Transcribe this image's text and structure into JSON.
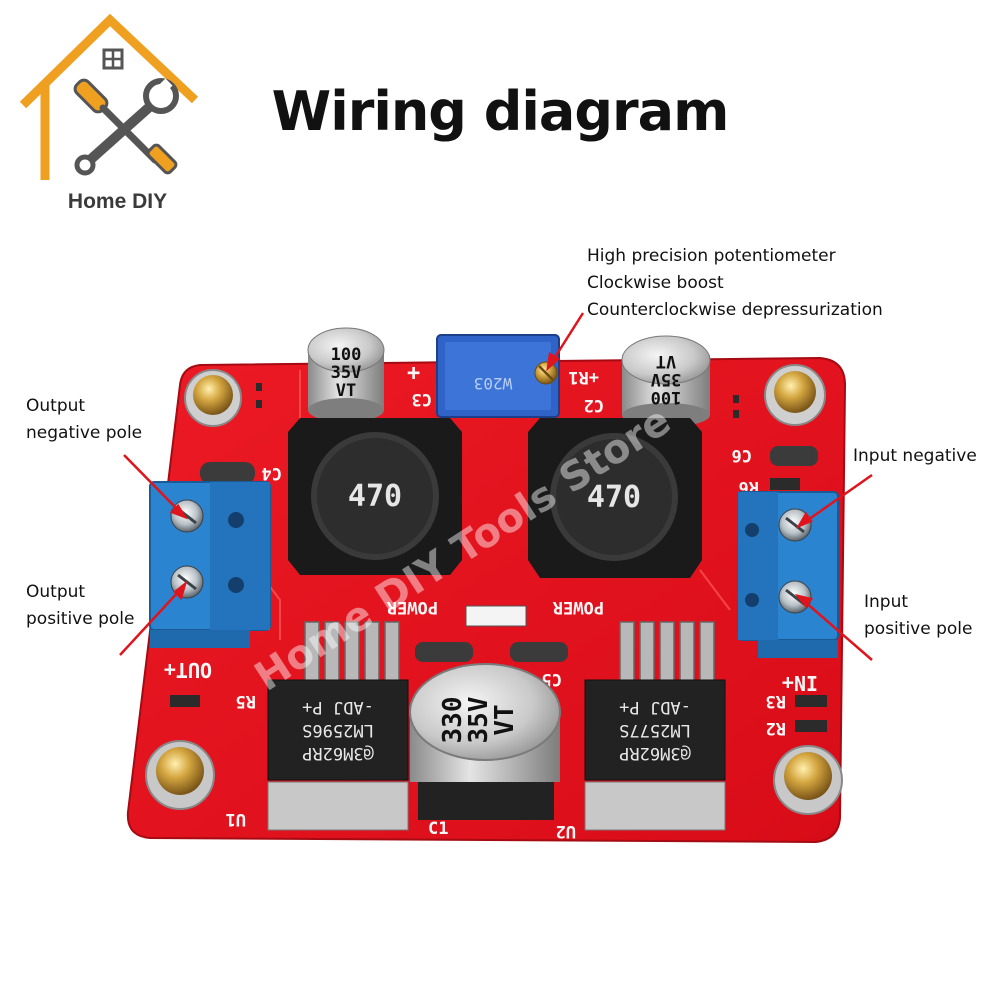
{
  "header": {
    "title": "Wiring diagram",
    "logo_text": "Home DIY"
  },
  "callouts": {
    "potentiometer": {
      "line1": "High precision potentiometer",
      "line2": "Clockwise boost",
      "line3": "Counterclockwise depressurization"
    },
    "output_negative": {
      "line1": "Output",
      "line2": "negative pole"
    },
    "output_positive": {
      "line1": "Output",
      "line2": "positive pole"
    },
    "input_negative": {
      "line1": "Input negative"
    },
    "input_positive": {
      "line1": "Input",
      "line2": "positive pole"
    }
  },
  "board": {
    "inductor_left": "470",
    "inductor_right": "470",
    "cap_top_left": {
      "line1": "100",
      "line2": "35V",
      "line3": "VT"
    },
    "cap_top_right": {
      "line1": "100",
      "line2": "35V",
      "line3": "VT"
    },
    "cap_center": {
      "line1": "330",
      "line2": "35V",
      "line3": "VT"
    },
    "potentiometer_code": "W203",
    "ic_left": {
      "line1": "@3M62RP",
      "line2": "LM2596S",
      "line3": "-ADJ P+"
    },
    "ic_right": {
      "line1": "@3M62RP",
      "line2": "LM2577S",
      "line3": "-ADJ P+"
    },
    "silk": {
      "out_plus": "OUT+",
      "in_plus": "IN+",
      "power_left": "POWER",
      "power_right": "POWER",
      "c1": "C1",
      "c2": "C2",
      "c3": "C3",
      "c4": "C4",
      "c5": "C5",
      "c6": "C6",
      "r1": "+R1",
      "r2": "R2",
      "r3": "R3",
      "r5": "R5",
      "r6": "R6",
      "u1": "U1",
      "u2": "U2",
      "plus": "+"
    },
    "watermark": "Home DIY Tools Store"
  },
  "colors": {
    "pcb": "#e8101c",
    "terminal": "#2a84d0",
    "arrow": "#e0141c",
    "logo_orange": "#f0a020",
    "logo_gray": "#555555"
  }
}
